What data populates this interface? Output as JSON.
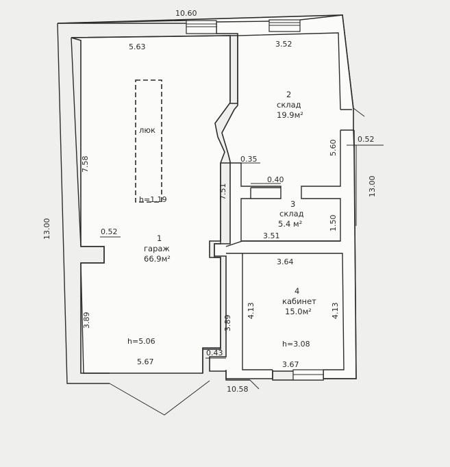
{
  "dimensions": {
    "top_total": "10.60",
    "garage_top": "5.63",
    "storage2_top": "3.52",
    "right_total": "13.00",
    "left_total": "13.00",
    "left_upper": "7.58",
    "left_lower": "3.89",
    "left_step": "0.52",
    "right_step": "0.52",
    "storage2_right": "5.60",
    "partition_step": "0.35",
    "partition_left": "7.51",
    "storage3_step": "0.40",
    "storage3_height": "1.50",
    "storage3_bottom": "3.51",
    "office_top": "3.64",
    "office_left": "4.13",
    "office_right": "4.13",
    "office_bottom": "3.67",
    "garage_partition": "3.89",
    "garage_bottom": "5.67",
    "garage_step": "0.43",
    "bottom_total": "10.58"
  },
  "rooms": {
    "hatch": "люк",
    "hatch_height": "h=1.19",
    "garage_number": "1",
    "garage_name": "гараж",
    "garage_area": "66.9м²",
    "garage_height": "h=5.06",
    "storage2_number": "2",
    "storage2_name": "склад",
    "storage2_area": "19.9м²",
    "storage3_number": "3",
    "storage3_name": "склад",
    "storage3_area": "5.4 м²",
    "office_number": "4",
    "office_name": "кабинет",
    "office_area": "15.0м²",
    "office_height": "h=3.08"
  }
}
